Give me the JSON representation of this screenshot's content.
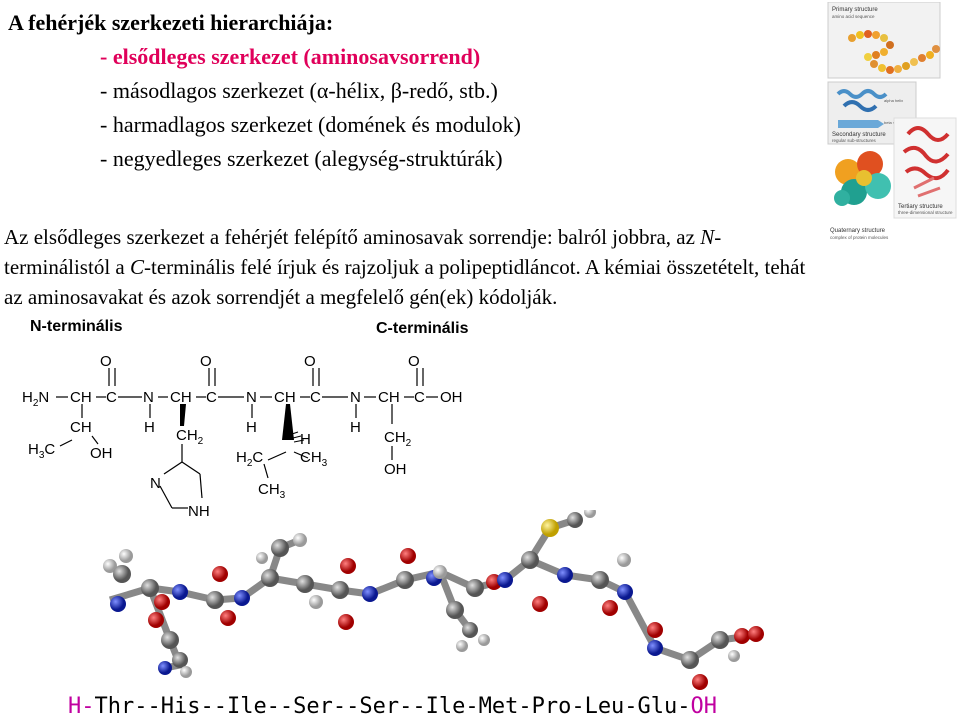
{
  "slide": {
    "title": "A fehérjék szerkezeti hierarchiája:",
    "levels": [
      "- elsődleges szerkezet (aminosavsorrend)",
      "- másodlagos szerkezet (α-hélix, β-redő, stb.)",
      "- harmadlagos szerkezet (domének és modulok)",
      "- negyedleges szerkezet (alegység-struktúrák)"
    ],
    "paragraph": {
      "p1": "Az elsődleges szerkezet a fehérjét felépítő aminosavak sorrendje: balról jobbra, az ",
      "n": "N",
      "p2": "-terminálistól a ",
      "c": "C",
      "p3": "-terminális felé írjuk és rajzoljuk a polipeptidláncot. A kémiai összetételt, tehát az aminosavakat és azok sorrendjét a megfelelő gén(ek) kódolják."
    },
    "n_terminal_label": "N-terminális",
    "c_terminal_label": "C-terminális",
    "sequence": {
      "start": "H-",
      "body": "Thr--His--Ile--Ser--Ser--Ile-Met-Pro-Leu-Glu-",
      "end": "OH"
    }
  },
  "figure": {
    "primary_title": "Primary structure",
    "primary_sub": "amino acid sequence",
    "secondary_title": "Secondary structure",
    "secondary_sub": "regular sub-structures",
    "alpha_label": "alpha helix",
    "beta_label": "beta sheet",
    "tertiary_title": "Tertiary structure",
    "tertiary_sub": "three-dimensional structure",
    "quaternary_title": "Quaternary structure",
    "quaternary_sub": "complex of protein molecules"
  },
  "chem": {
    "o": "O",
    "n": "N",
    "c": "C",
    "ch": "CH",
    "h": "H",
    "oh": "OH",
    "h2n": "H",
    "h2": "2",
    "h3": "3",
    "ch2": "CH",
    "ch3": "CH",
    "nh": "NH",
    "h2c": "H"
  },
  "colors": {
    "accent": "#e0005a",
    "term": "#c000a0",
    "nitrogen": "#1a2fd6",
    "oxygen": "#e01010",
    "sulfur": "#e8d020",
    "carbon": "#888888",
    "hydrogen": "#e8e8e8"
  }
}
